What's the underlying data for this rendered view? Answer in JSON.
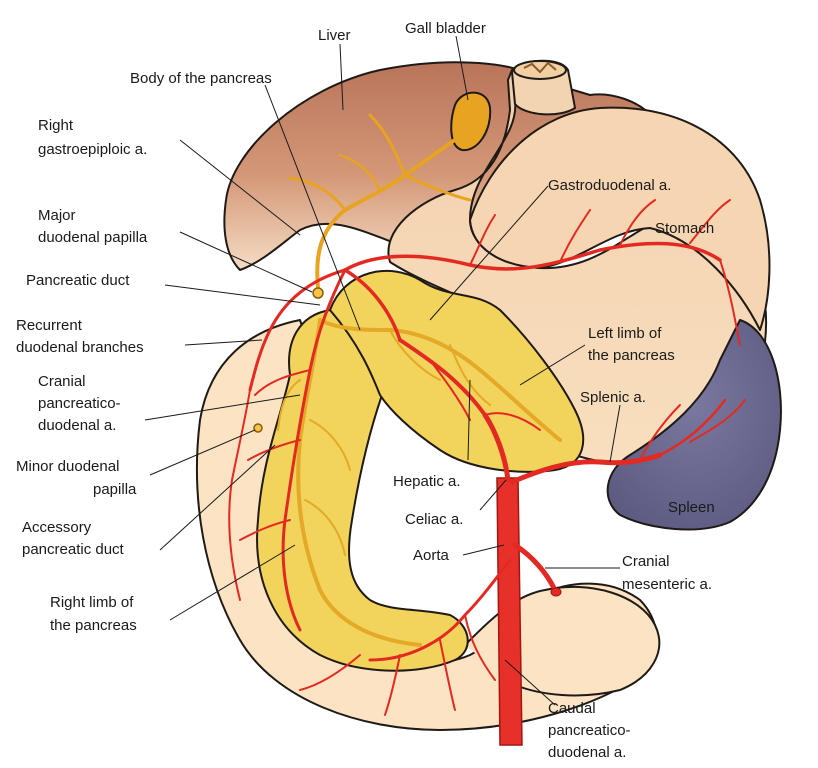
{
  "labels": {
    "liver": "Liver",
    "gall_bladder": "Gall bladder",
    "body_of_pancreas": "Body of the pancreas",
    "right_gastroepiploic": [
      "Right",
      "gastroepiploic a."
    ],
    "major_duodenal_papilla": [
      "Major",
      "duodenal papilla"
    ],
    "pancreatic_duct": "Pancreatic duct",
    "recurrent_duodenal_branches": [
      "Recurrent",
      "duodenal branches"
    ],
    "cranial_pancreaticoduodenal": [
      "Cranial",
      "pancreatico-",
      "duodenal a."
    ],
    "minor_duodenal_papilla": [
      "Minor duodenal",
      "papilla"
    ],
    "accessory_pancreatic_duct": [
      "Accessory",
      "pancreatic duct"
    ],
    "right_limb_of_pancreas": [
      "Right limb of",
      "the pancreas"
    ],
    "gastroduodenal": "Gastroduodenal a.",
    "stomach": "Stomach",
    "left_limb_of_pancreas": [
      "Left limb of",
      "the pancreas"
    ],
    "splenic": "Splenic a.",
    "hepatic": "Hepatic a.",
    "celiac": "Celiac a.",
    "spleen": "Spleen",
    "aorta": "Aorta",
    "cranial_mesenteric": [
      "Cranial",
      "mesenteric a."
    ],
    "caudal_pancreaticoduodenal": [
      "Caudal",
      "pancreatico-",
      "duodenal a."
    ]
  },
  "colors": {
    "liver": "#c98a6a",
    "liver_light": "#f3d7bf",
    "stomach": "#f8dcb8",
    "duodenum": "#fbe2c2",
    "pancreas": "#f2d35c",
    "pancreas_lobe": "#e8b838",
    "gall_bladder": "#e8a321",
    "spleen": "#6d6a8f",
    "artery": "#e32a22",
    "aorta": "#e8302a"
  }
}
